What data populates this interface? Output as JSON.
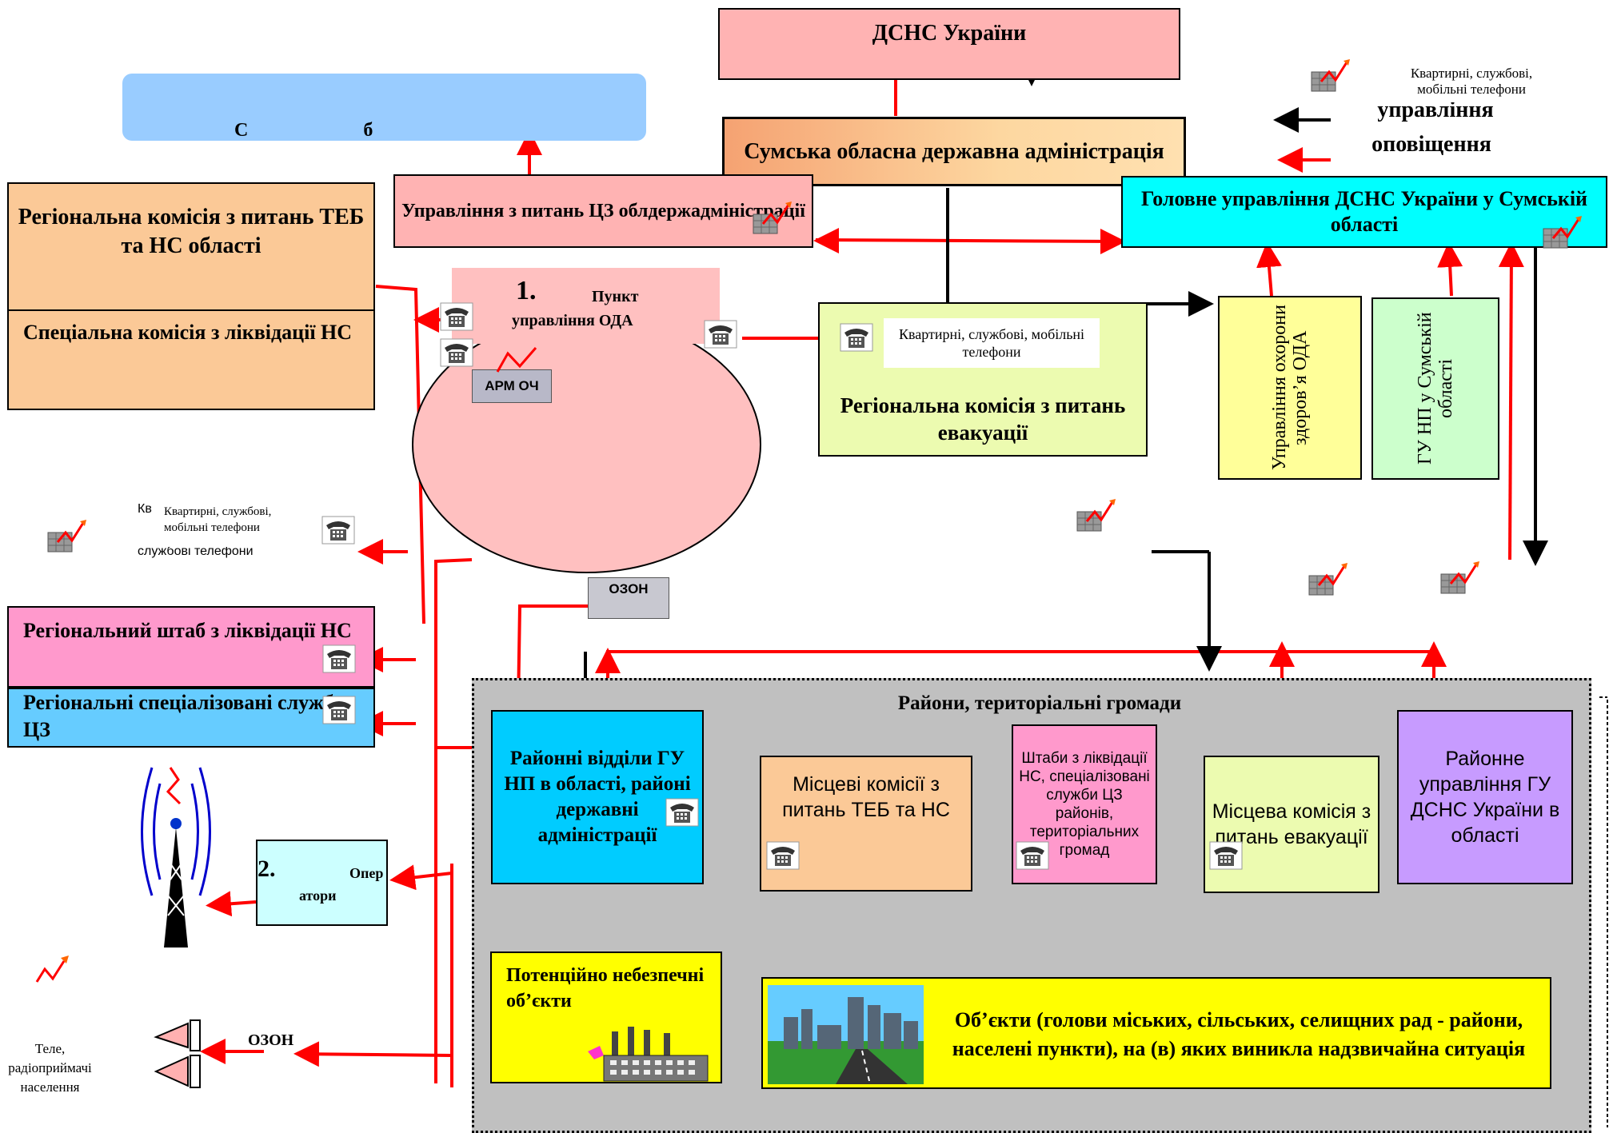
{
  "colors": {
    "red": "#ff0000",
    "black": "#000000",
    "pink": "#ffb3b3",
    "cyan": "#00ffff",
    "peach": "#fbc997",
    "green": "#ecfbb0",
    "gray": "#c0c0c0",
    "violet": "#c79bff",
    "yellow": "#ffff00",
    "magenta": "#ff99cc",
    "blue": "#66ccff"
  },
  "top": {
    "dsns_ukraine": "ДСНС України",
    "oda": "Сумська обласна державна адміністрація"
  },
  "left": {
    "regional_commission": "Регіональна комісія з питань ТЕБ та НС області",
    "special_commission": "Спеціальна комісія з ліквідації НС",
    "regional_staff": "Регіональний штаб з ліквідації НС",
    "regional_services": "Регіональні спеціалізовані служби ЦЗ",
    "phones_fragment_top": "Кв",
    "phones": "Квартирні, службові, мобільні телефони",
    "phones_fragment_bottom": "службові телефони",
    "operators_num": "2.",
    "operators_label_a": "Опер",
    "operators_label_b": "атори",
    "cz_management": "Управління з питань ЦЗ облдержадміністрації",
    "tv": "Теле, радіоприймачі населення",
    "ozon_out": "ОЗОН"
  },
  "center": {
    "point_num": "1.",
    "point_label_a": "Пункт",
    "point_label_b": "управління ОДА",
    "arm": "АРМ ОЧ",
    "ozon": "ОЗОН",
    "phones": "Квартирні, службові, мобільні телефони",
    "evac_commission": "Регіональна комісія з питань евакуації"
  },
  "right": {
    "main_directorate": "Головне управління ДСНС України у Сумській області",
    "health": "Управління охорони здоров’я ОДА",
    "police": "ГУ НП у Сумській області",
    "phones": "Квартирні, службові, мобільні телефони",
    "legend_a": "управління",
    "legend_b": "оповіщення"
  },
  "districts": {
    "title": "Райони, територіальні громади",
    "police_depts": "Районні відділи ГУ НП в області, районі державні адміністрації",
    "local_commissions": "Місцеві комісії з питань ТЕБ та НС",
    "staffs": "Штаби з ліквідації НС, спеціалізовані служби ЦЗ районів, територіальних громад",
    "local_evac": "Місцева комісія з питань евакуації",
    "district_dsns": "Районне управління ГУ ДСНС України в області",
    "hazard": "Потенційно небезпечні об’єкти",
    "objects": "Об’єкти (голови міських, сільських, селищних рад - райони, населені пункти), на (в) яких виникла надзвичайна ситуація"
  }
}
